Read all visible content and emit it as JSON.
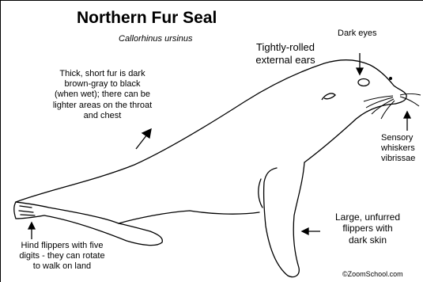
{
  "diagram": {
    "title": "Northern Fur Seal",
    "subtitle": "Callorhinus ursinus",
    "labels": {
      "eyes": "Dark eyes",
      "ears": [
        "Tightly-rolled",
        "external ears"
      ],
      "fur": [
        "Thick, short fur is dark",
        "brown-gray to black",
        "(when wet); there can be",
        "lighter areas on the throat",
        "and chest"
      ],
      "whiskers": [
        "Sensory",
        "whiskers",
        "vibrissae"
      ],
      "front_flippers": [
        "Large, unfurred",
        "flippers with",
        "dark skin"
      ],
      "hind_flippers": [
        "Hind flippers with five",
        "digits - they can rotate",
        "to walk on land"
      ]
    },
    "copyright": "©ZoomSchool.com"
  }
}
